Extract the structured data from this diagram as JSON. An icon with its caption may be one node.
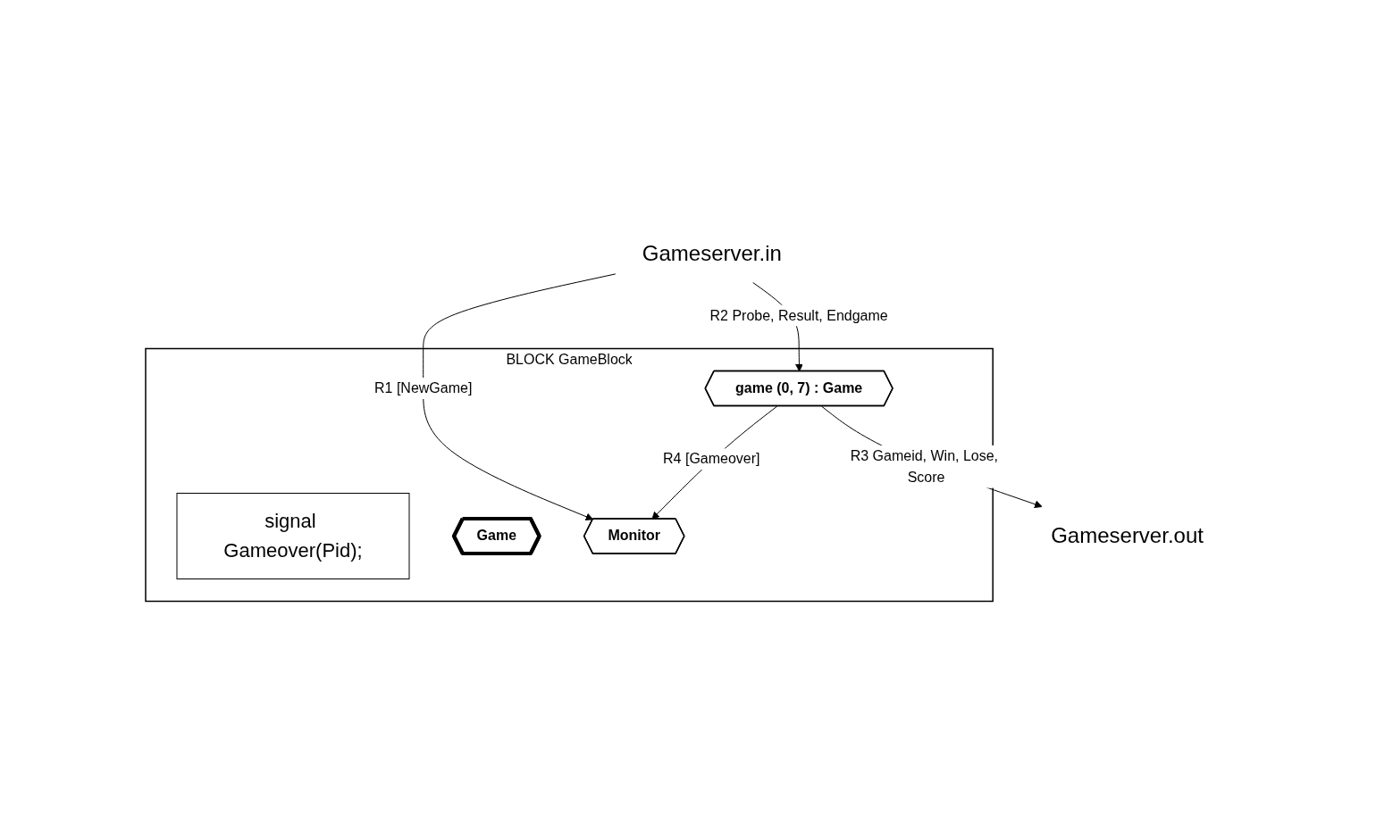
{
  "diagram": {
    "nodes": [
      {
        "text": [
          "BLOCK GameBlock"
        ]
      },
      {
        "text": [
          "signal Gameover(Pid);"
        ],
        "in": 0
      },
      {
        "text": [
          "Game"
        ],
        "in": 0
      },
      {
        "text": [
          "Monitor"
        ],
        "in": 0
      },
      {
        "text": [
          "game (0, 7) : Game"
        ],
        "in": 0
      },
      {
        "text": [
          "Gameserver.in"
        ]
      },
      {
        "text": [
          "Gameserver.out"
        ]
      }
    ],
    "edges": [
      {
        "from": 4,
        "to": 3,
        "arrow": "to",
        "label": "R4 [Gameover]"
      },
      {
        "from": 5,
        "to": 3,
        "arrow": "to",
        "label": "R1 [NewGame]"
      },
      {
        "from": 5,
        "to": 4,
        "arrow": "to",
        "label": "R2 Probe, Result, Endgame"
      },
      {
        "from": 4,
        "to": 6,
        "arrow": "to",
        "label": "R3 Gameid, Win, Lose, Score"
      }
    ]
  }
}
